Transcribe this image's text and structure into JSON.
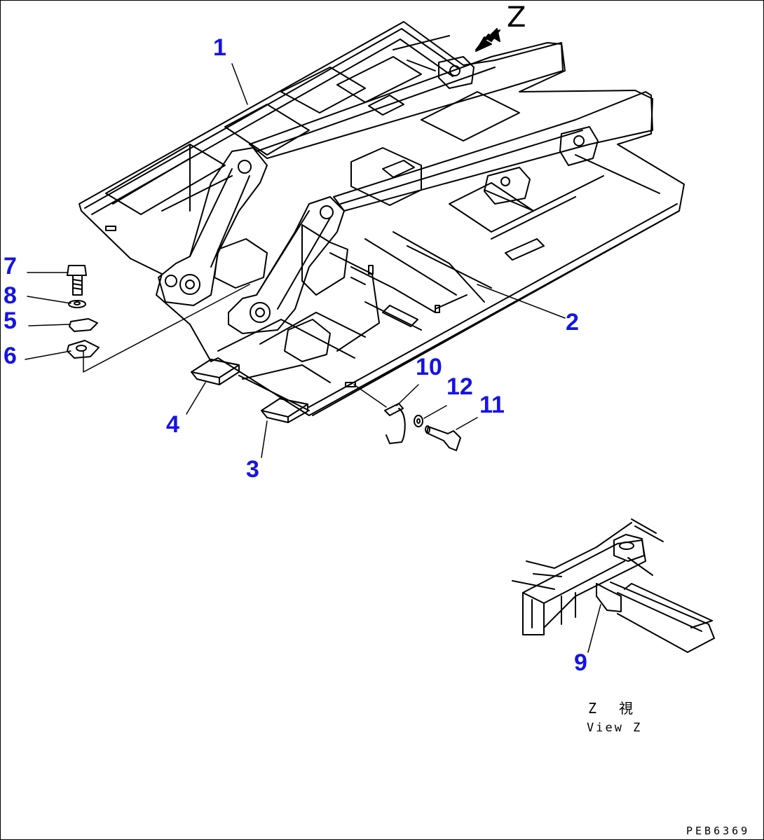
{
  "colors": {
    "callout": "#1414e6",
    "line": "#000000",
    "background": "#ffffff"
  },
  "view_arrow_label": "Z",
  "callouts": [
    "1",
    "2",
    "3",
    "4",
    "5",
    "6",
    "7",
    "8",
    "9",
    "10",
    "11",
    "12"
  ],
  "inset": {
    "label_jp": "Z　視",
    "label_en": "View Z"
  },
  "drawing_code": "PEB6369"
}
